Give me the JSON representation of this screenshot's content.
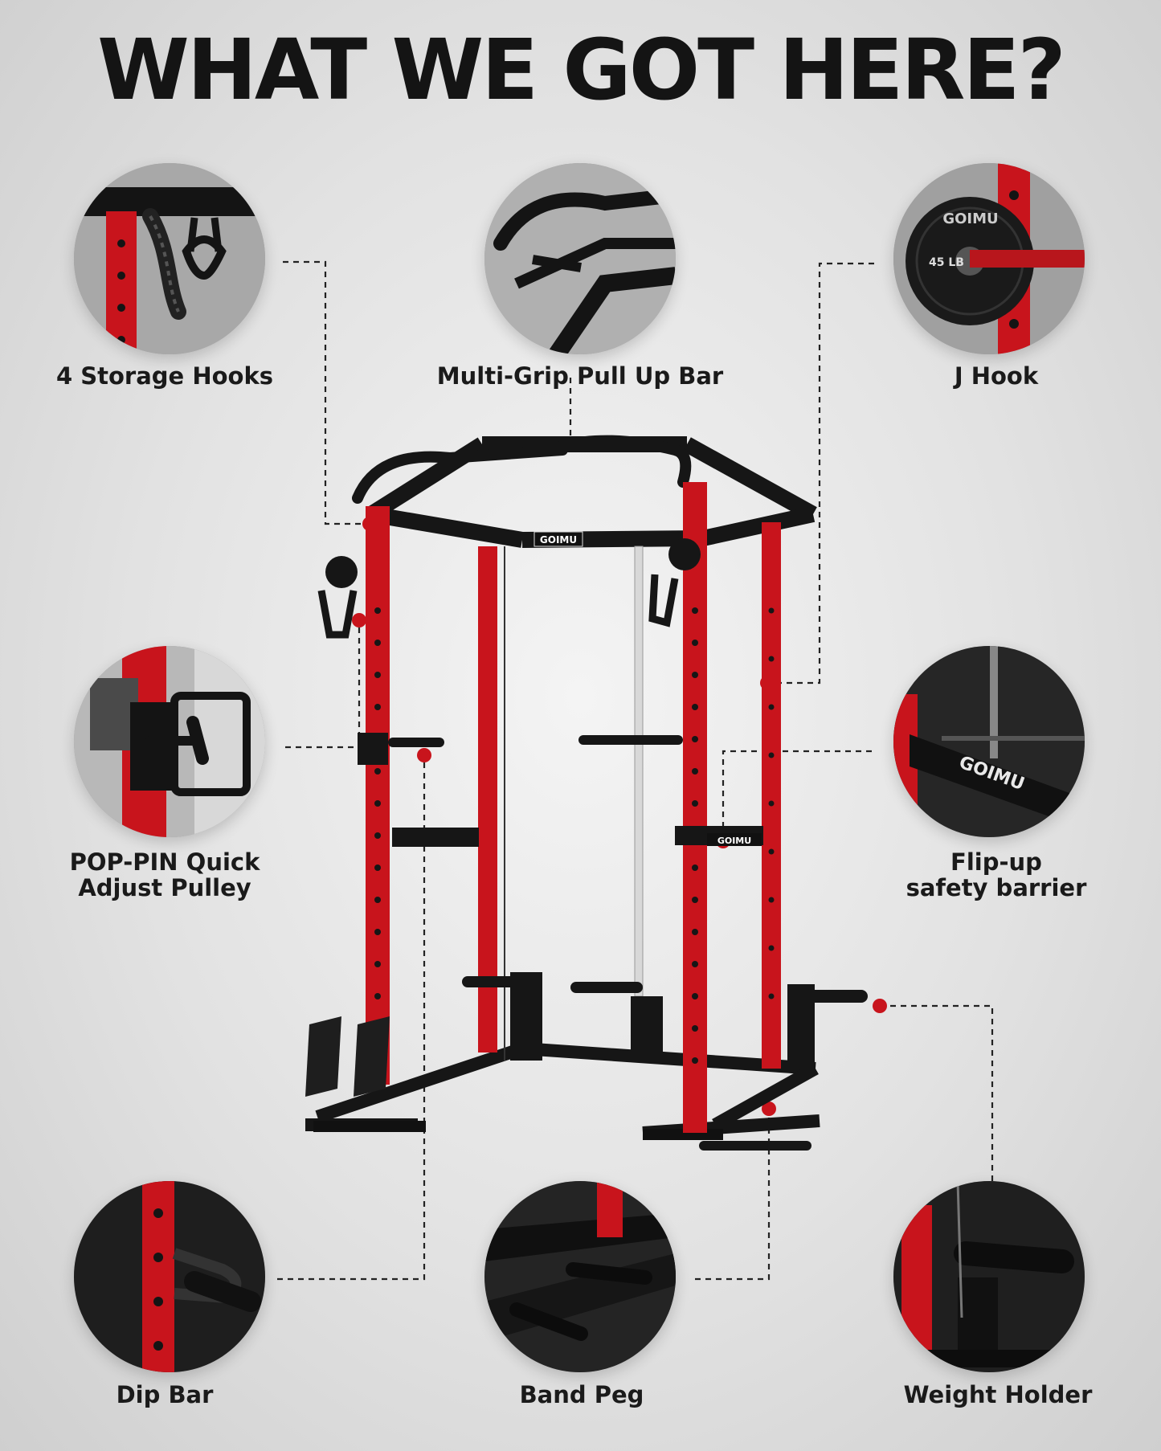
{
  "header": {
    "title": "WHAT WE GOT HERE?"
  },
  "rack": {
    "brand": "GOIMU"
  },
  "features": [
    {
      "label": "4 Storage Hooks",
      "icon": "storage-hooks-icon"
    },
    {
      "label": "Multi-Grip Pull Up Bar",
      "icon": "pull-up-bar-icon"
    },
    {
      "label": "J Hook",
      "icon": "j-hook-icon",
      "plate_text": "45 LB",
      "plate_brand": "GOIMU"
    },
    {
      "label": "POP-PIN Quick\nAdjust Pulley",
      "icon": "pulley-icon"
    },
    {
      "label": "Flip-up\nsafety barrier",
      "icon": "safety-barrier-icon",
      "bar_brand": "GOIMU"
    },
    {
      "label": "Dip Bar",
      "icon": "dip-bar-icon"
    },
    {
      "label": "Band Peg",
      "icon": "band-peg-icon"
    },
    {
      "label": "Weight Holder",
      "icon": "weight-holder-icon"
    }
  ],
  "colors": {
    "accent_red": "#c8141c",
    "frame_black": "#161616",
    "background": "#e2e2e2"
  }
}
